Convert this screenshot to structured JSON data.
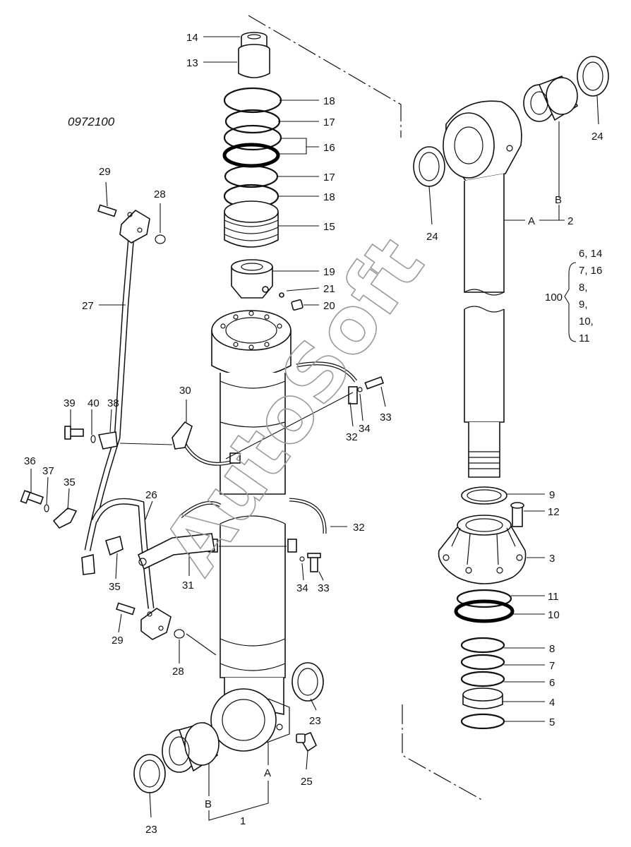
{
  "drawing_code": "0972100",
  "watermark": "AutoSoft",
  "kit": {
    "number": "100",
    "items": [
      "6, 14",
      "7, 16",
      "8,",
      "9,",
      "10,",
      "11"
    ]
  },
  "callouts": {
    "p14": "14",
    "p13": "13",
    "p18a": "18",
    "p17a": "17",
    "p16": "16",
    "p17b": "17",
    "p18b": "18",
    "p15": "15",
    "p19": "19",
    "p21": "21",
    "p20": "20",
    "p29a": "29",
    "p28a": "28",
    "p27": "27",
    "p30": "30",
    "p39": "39",
    "p40": "40",
    "p38": "38",
    "p36": "36",
    "p37": "37",
    "p35a": "35",
    "p26": "26",
    "p35b": "35",
    "p31": "31",
    "p29b": "29",
    "p28b": "28",
    "p33a": "33",
    "p34a": "34",
    "p32a": "32",
    "p32b": "32",
    "p34b": "34",
    "p33b": "33",
    "p23a": "23",
    "p25": "25",
    "p23b": "23",
    "p1": "1",
    "pA1": "A",
    "pB1": "B",
    "p24a": "24",
    "p24b": "24",
    "pB2": "B",
    "pA2": "A",
    "p2": "2",
    "p9": "9",
    "p12": "12",
    "p3": "3",
    "p11": "11",
    "p10": "10",
    "p8": "8",
    "p7": "7",
    "p6": "6",
    "p4": "4",
    "p5": "5"
  }
}
